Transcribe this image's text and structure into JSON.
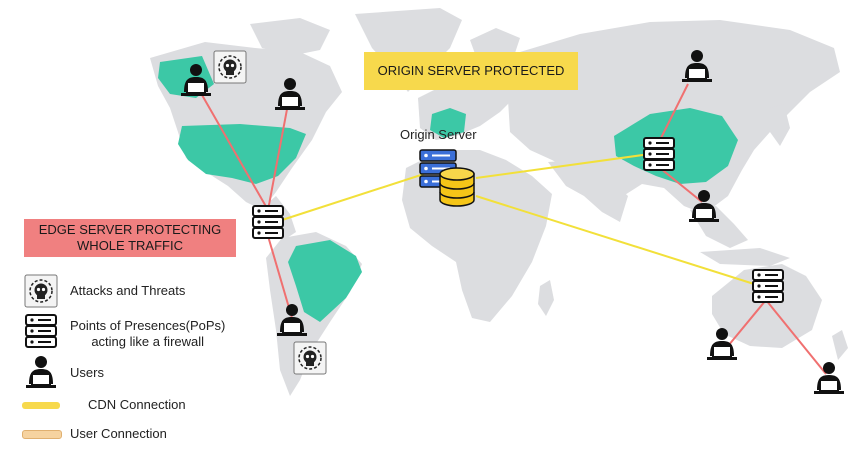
{
  "banners": {
    "origin_protected": "ORIGIN SERVER PROTECTED",
    "edge_line1": "EDGE SERVER PROTECTING",
    "edge_line2": "WHOLE TRAFFIC"
  },
  "labels": {
    "origin_server": "Origin Server"
  },
  "legend": {
    "attacks": "Attacks and Threats",
    "pops_line1": "Points of Presences(PoPs)",
    "pops_line2": "acting like a firewall",
    "users": "Users",
    "cdn": "CDN Connection",
    "user_conn": "User Connection"
  },
  "colors": {
    "map_land": "#dcdde0",
    "highlight_land": "#3cc8a6",
    "cdn_line": "#f2e03a",
    "user_line": "#f07070",
    "legend_cdn": "#f7d94c",
    "legend_user": "#f6d3a0",
    "banner_yellow": "#f7d94c",
    "banner_red": "#f08080"
  },
  "icons": [
    "threat-skull-icon",
    "server-rack-icon",
    "user-computer-icon",
    "database-icon"
  ]
}
